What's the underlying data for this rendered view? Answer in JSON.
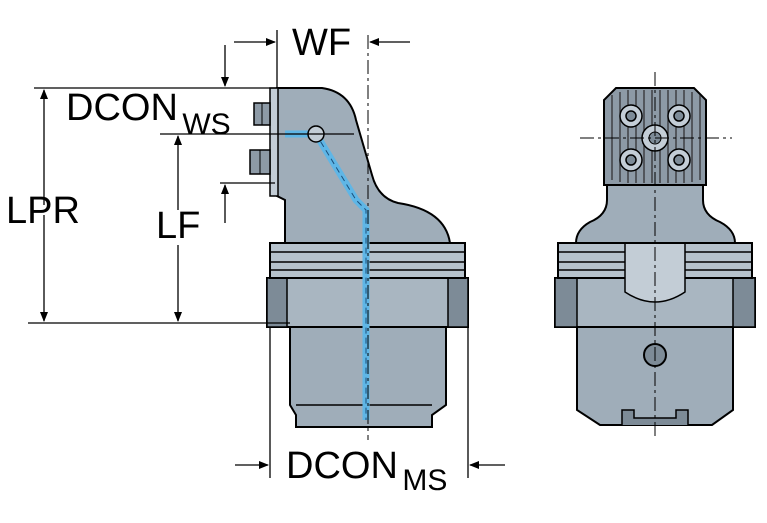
{
  "dimensions": {
    "wf": "WF",
    "dcon_ws_main": "DCON",
    "dcon_ws_sub": "WS",
    "lpr": "LPR",
    "lf": "LF",
    "dcon_ms_main": "DCON",
    "dcon_ms_sub": "MS"
  },
  "colors": {
    "body": "#9fadb9",
    "body_dark": "#7d8b97",
    "body_light": "#c3cdd6",
    "outline": "#000000",
    "coolant": "#5fb6e6"
  }
}
